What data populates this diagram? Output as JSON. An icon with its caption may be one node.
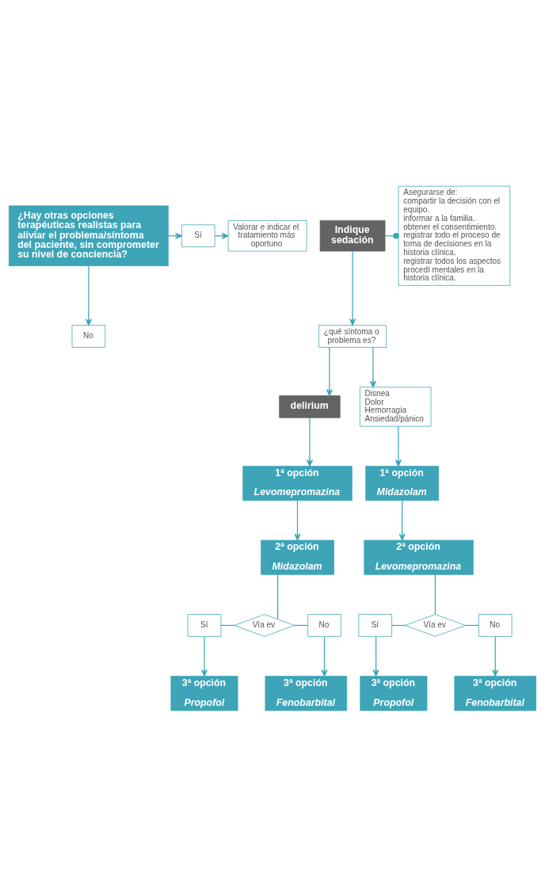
{
  "diagram": {
    "nodes": [
      {
        "text": [
          "¿Hay otras opciones terapéuticas realistas para aliviar el problema/síntoma del paciente, sin comprometer su nivel de conciencia?"
        ]
      },
      {
        "text": [
          "Sí"
        ]
      },
      {
        "text": [
          "Valorar e indicar el tratamiento más oportuno"
        ]
      },
      {
        "text": [
          "No"
        ]
      },
      {
        "text": [
          "Indique sedación"
        ]
      },
      {
        "text": [
          "Asegurarse de:",
          "compartir la decisión con el equipo.",
          "informar a la familia.",
          "obtener el consentimiento.",
          "registrar todo el proceso de toma de decisiones en la historia clínica.",
          "registrar todos los aspectos procedí mentales en la historia clínica."
        ]
      },
      {
        "text": [
          "¿qué síntoma o problema es?"
        ]
      },
      {
        "text": [
          "delirium"
        ]
      },
      {
        "text": [
          "Disnea",
          "Dolor",
          "Hemorragia",
          "Ansiedad/pánico"
        ]
      },
      {
        "text": [
          "1ª opción",
          "Levomepromazina"
        ]
      },
      {
        "text": [
          "2ª opción",
          "Midazolam"
        ]
      },
      {
        "text": [
          "Vía ev"
        ]
      },
      {
        "text": [
          "Sí"
        ]
      },
      {
        "text": [
          "No"
        ]
      },
      {
        "text": [
          "3ª opción",
          "Propofol"
        ]
      },
      {
        "text": [
          "3ª opción",
          "Fenobarbital"
        ]
      },
      {
        "text": [
          "1ª opción",
          "Midazolam"
        ]
      },
      {
        "text": [
          "2ª opción",
          "Levomepromazina"
        ]
      },
      {
        "text": [
          "Vía ev"
        ]
      },
      {
        "text": [
          "Sí"
        ]
      },
      {
        "text": [
          "No"
        ]
      },
      {
        "text": [
          "3ª opción",
          "Propofol"
        ]
      },
      {
        "text": [
          "3ª opción",
          "Fenobarbital"
        ]
      }
    ],
    "edges": [
      {
        "from": 0,
        "to": 1,
        "arrow": "to"
      },
      {
        "from": 1,
        "to": 2,
        "arrow": "to"
      },
      {
        "from": 0,
        "to": 3,
        "arrow": "to"
      },
      {
        "from": 4,
        "to": 5,
        "arrow": "other"
      },
      {
        "from": 4,
        "to": 6,
        "arrow": "to"
      },
      {
        "from": 6,
        "to": 7,
        "arrow": "to"
      },
      {
        "from": 6,
        "to": 8,
        "arrow": "to"
      },
      {
        "from": 7,
        "to": 9,
        "arrow": "to"
      },
      {
        "from": 8,
        "to": 16,
        "arrow": "to"
      },
      {
        "from": 9,
        "to": 10,
        "arrow": "to"
      },
      {
        "from": 10,
        "to": 11,
        "arrow": "none"
      },
      {
        "from": 11,
        "to": 12,
        "arrow": "none"
      },
      {
        "from": 11,
        "to": 13,
        "arrow": "none"
      },
      {
        "from": 12,
        "to": 14,
        "arrow": "to"
      },
      {
        "from": 13,
        "to": 15,
        "arrow": "to"
      },
      {
        "from": 16,
        "to": 17,
        "arrow": "to"
      },
      {
        "from": 17,
        "to": 18,
        "arrow": "none"
      },
      {
        "from": 18,
        "to": 19,
        "arrow": "none"
      },
      {
        "from": 18,
        "to": 20,
        "arrow": "none"
      },
      {
        "from": 19,
        "to": 21,
        "arrow": "to"
      },
      {
        "from": 20,
        "to": 22,
        "arrow": "to"
      }
    ]
  }
}
